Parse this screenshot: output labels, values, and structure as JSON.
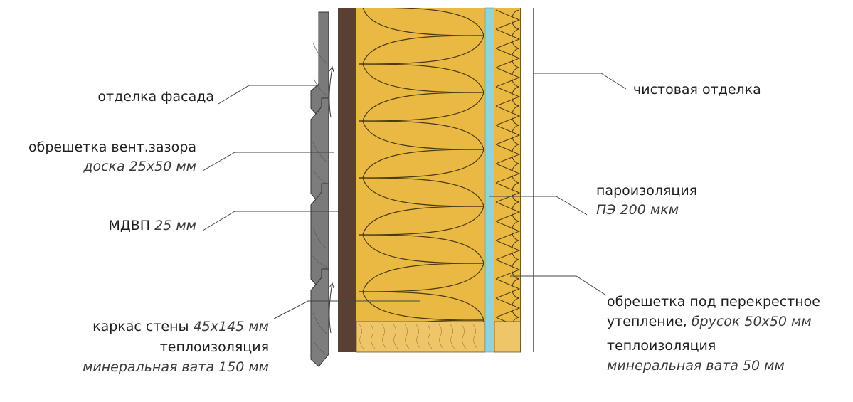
{
  "colors": {
    "siding": "#7a7a7a",
    "mdvp": "#5a4032",
    "insulation": "#e9b943",
    "vapor_barrier": "#8fd3dc",
    "wood": "#efc56a",
    "fiber_lines": "#4a3a12"
  },
  "labels_left": {
    "facade": "отделка фасада",
    "lathing": "обрешетка вент.зазора",
    "lathing_spec": "доска 25x50 мм",
    "mdvp": "МДВП",
    "mdvp_spec": "25 мм",
    "frame": "каркас стены",
    "frame_spec": "45x145 мм",
    "insulation": "теплоизоляция",
    "insulation_spec": "минеральная вата 150 мм"
  },
  "labels_right": {
    "finish": "чистовая отделка",
    "vapor": "пароизоляция",
    "vapor_spec": "ПЭ 200 мкм",
    "cross_lathing": "обрешетка под перекрестное",
    "cross_lathing_2": "утепление,",
    "cross_lathing_spec": "брусок 50x50 мм",
    "insulation": "теплоизоляция",
    "insulation_spec": "минеральная вата 50 мм"
  }
}
